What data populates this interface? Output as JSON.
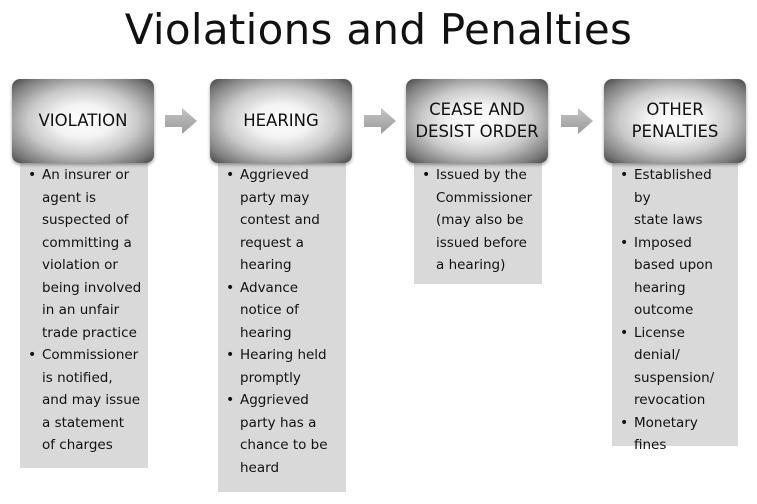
{
  "title": "Violations and Penalties",
  "columns": [
    {
      "header": "VIOLATION",
      "bullets": [
        [
          "An insurer or",
          "agent is",
          "suspected of",
          "committing a",
          "violation or",
          "being involved",
          "in an unfair",
          "trade practice"
        ],
        [
          "Commissioner",
          "is notified,",
          "and may issue",
          "a statement",
          "of charges"
        ]
      ]
    },
    {
      "header": "HEARING",
      "bullets": [
        [
          "Aggrieved",
          "party may",
          "contest and",
          "request a",
          "hearing"
        ],
        [
          "Advance",
          "notice of",
          "hearing"
        ],
        [
          "Hearing held",
          "promptly"
        ],
        [
          "Aggrieved",
          "party has a",
          "chance to be",
          "heard"
        ]
      ]
    },
    {
      "header_lines": [
        "CEASE AND",
        "DESIST ORDER"
      ],
      "bullets": [
        [
          "Issued by the",
          "Commissioner",
          "(may also be",
          "issued before",
          "a hearing)"
        ]
      ]
    },
    {
      "header_lines": [
        "OTHER",
        "PENALTIES"
      ],
      "bullets": [
        [
          "Established by",
          "state laws"
        ],
        [
          "Imposed",
          "based upon",
          "hearing",
          "outcome"
        ],
        [
          "License",
          "denial/",
          "suspension/",
          "revocation"
        ],
        [
          "Monetary",
          "fines"
        ]
      ]
    }
  ]
}
